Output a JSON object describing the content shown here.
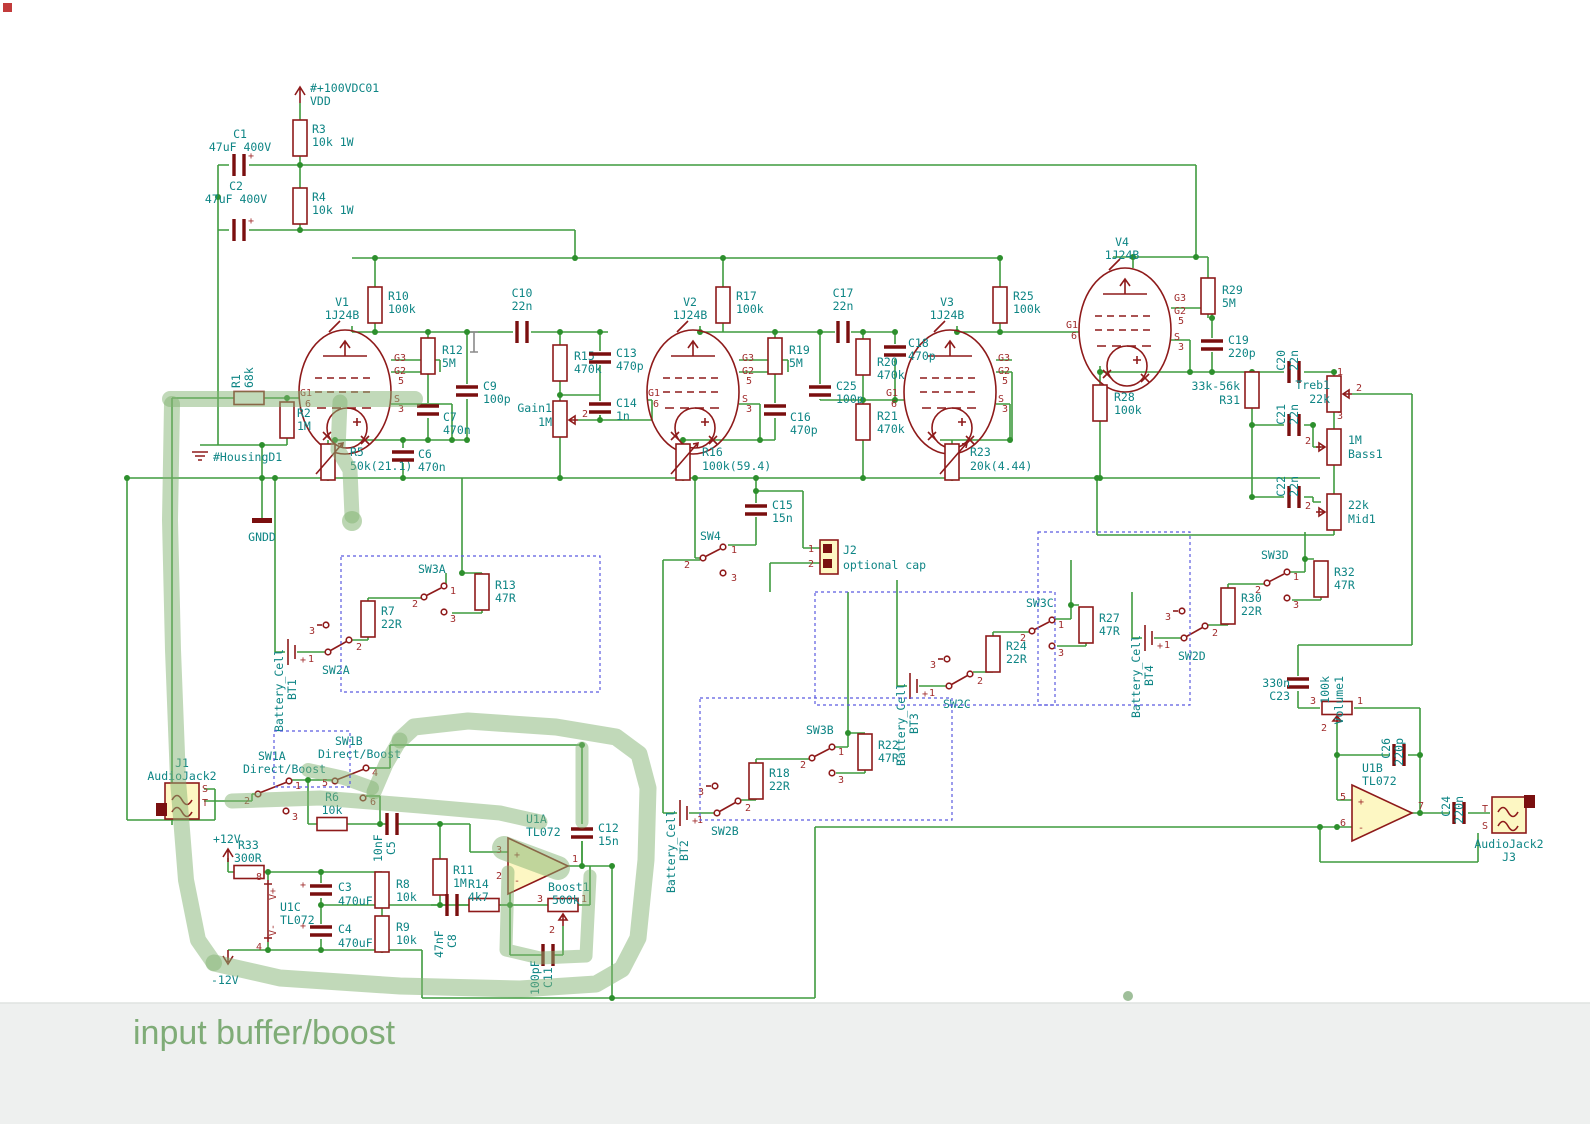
{
  "ui": {
    "title": "input buffer/boost",
    "strip_color": "#eef0ef",
    "title_color": "#7fac77",
    "bg": "#ffffff"
  },
  "colors": {
    "wire": "#3f9b3f",
    "symbol": "#8e1a1a",
    "label": "#0e8585",
    "pin": "#a02c2c",
    "fill": "#fdf7c3",
    "highlight": "#84b473",
    "selection": "#5a5ae0"
  },
  "power": {
    "flag": "#+100VDC01",
    "vdd": "VDD",
    "p12": "+12V",
    "n12": "-12V",
    "gndd": "GNDD",
    "housing": "#HousingD1"
  },
  "pins": {
    "g1": "G1",
    "g2": "G2",
    "g3": "G3",
    "s": "S",
    "t": "T",
    "plus": "+",
    "minus": "-",
    "vp": "V+",
    "vm": "V-",
    "n1": "1",
    "n2": "2",
    "n3": "3",
    "n4": "4",
    "n5": "5",
    "n6": "6",
    "n7": "7",
    "n8": "8"
  },
  "parts": {
    "C1": {
      "r": "C1",
      "v": "47uF 400V"
    },
    "C2": {
      "r": "C2",
      "v": "47uF 400V"
    },
    "R3": {
      "r": "R3",
      "v": "10k 1W"
    },
    "R4": {
      "r": "R4",
      "v": "10k 1W"
    },
    "V1": {
      "r": "V1",
      "v": "1J24B"
    },
    "V2": {
      "r": "V2",
      "v": "1J24B"
    },
    "V3": {
      "r": "V3",
      "v": "1J24B"
    },
    "V4": {
      "r": "V4",
      "v": "1J24B"
    },
    "R10": {
      "r": "R10",
      "v": "100k"
    },
    "R12": {
      "r": "R12",
      "v": "5M"
    },
    "C9": {
      "r": "C9",
      "v": "100p"
    },
    "C7": {
      "r": "C7",
      "v": "470n"
    },
    "C6": {
      "r": "C6",
      "v": "470n"
    },
    "R5": {
      "r": "R5",
      "v": "50k(21.1)"
    },
    "R1": {
      "r": "R1",
      "v": "68k"
    },
    "R2": {
      "r": "R2",
      "v": "1M"
    },
    "C10": {
      "r": "C10",
      "v": "22n"
    },
    "R15": {
      "r": "R15",
      "v": "470k"
    },
    "C13": {
      "r": "C13",
      "v": "470p"
    },
    "C14": {
      "r": "C14",
      "v": "1n"
    },
    "GAIN1": {
      "r": "Gain1",
      "v": "1M"
    },
    "R17": {
      "r": "R17",
      "v": "100k"
    },
    "R19": {
      "r": "R19",
      "v": "5M"
    },
    "C25": {
      "r": "C25",
      "v": "100p"
    },
    "C16": {
      "r": "C16",
      "v": "470p"
    },
    "R16": {
      "r": "R16",
      "v": "100k(59.4)"
    },
    "C17": {
      "r": "C17",
      "v": "22n"
    },
    "R20": {
      "r": "R20",
      "v": "470k"
    },
    "R21": {
      "r": "R21",
      "v": "470k"
    },
    "C18": {
      "r": "C18",
      "v": "470p"
    },
    "R25": {
      "r": "R25",
      "v": "100k"
    },
    "R23": {
      "r": "R23",
      "v": "20k(4.44)"
    },
    "R29": {
      "r": "R29",
      "v": "5M"
    },
    "C19": {
      "r": "C19",
      "v": "220p"
    },
    "R28": {
      "r": "R28",
      "v": "100k"
    },
    "R31": {
      "r": "R31",
      "v": "33k-56k"
    },
    "C20": {
      "r": "C20",
      "v": "22n"
    },
    "C21": {
      "r": "C21",
      "v": "22n"
    },
    "C22": {
      "r": "C22",
      "v": "22n"
    },
    "TREB1": {
      "r": "Treb1",
      "v": "22k"
    },
    "BASS1": {
      "r": "Bass1",
      "v": "1M"
    },
    "MID1": {
      "r": "Mid1",
      "v": "22k"
    },
    "SW4": {
      "r": "SW4"
    },
    "C15": {
      "r": "C15",
      "v": "15n"
    },
    "J2": {
      "r": "J2",
      "v": "optional cap"
    },
    "SW2A": {
      "r": "SW2A"
    },
    "SW3A": {
      "r": "SW3A"
    },
    "R7": {
      "r": "R7",
      "v": "22R"
    },
    "R13": {
      "r": "R13",
      "v": "47R"
    },
    "BT1": {
      "r": "BT1",
      "v": "Battery_Cell"
    },
    "SW2B": {
      "r": "SW2B"
    },
    "SW3B": {
      "r": "SW3B"
    },
    "R18": {
      "r": "R18",
      "v": "22R"
    },
    "R22": {
      "r": "R22",
      "v": "47R"
    },
    "BT2": {
      "r": "BT2",
      "v": "Battery_Cell"
    },
    "SW2C": {
      "r": "SW2C"
    },
    "SW3C": {
      "r": "SW3C"
    },
    "R24": {
      "r": "R24",
      "v": "22R"
    },
    "R27": {
      "r": "R27",
      "v": "47R"
    },
    "BT3": {
      "r": "BT3",
      "v": "Battery_Cell"
    },
    "SW2D": {
      "r": "SW2D"
    },
    "SW3D": {
      "r": "SW3D"
    },
    "R30": {
      "r": "R30",
      "v": "22R"
    },
    "R32": {
      "r": "R32",
      "v": "47R"
    },
    "BT4": {
      "r": "BT4",
      "v": "Battery_Cell"
    },
    "J1": {
      "r": "J1",
      "v": "AudioJack2"
    },
    "SW1A": {
      "r": "SW1A",
      "v": "Direct/Boost"
    },
    "SW1B": {
      "r": "SW1B",
      "v": "Direct/Boost"
    },
    "R6": {
      "r": "R6",
      "v": "10k"
    },
    "R33": {
      "r": "R33",
      "v": "300R"
    },
    "U1C": {
      "r": "U1C",
      "v": "TL072"
    },
    "C3": {
      "r": "C3",
      "v": "470uF"
    },
    "C4": {
      "r": "C4",
      "v": "470uF"
    },
    "R8": {
      "r": "R8",
      "v": "10k"
    },
    "R9": {
      "r": "R9",
      "v": "10k"
    },
    "C5": {
      "r": "C5",
      "v": "10nF"
    },
    "R11": {
      "r": "R11",
      "v": "1M"
    },
    "R14": {
      "r": "R14",
      "v": "4k7"
    },
    "C8": {
      "r": "C8",
      "v": "47nF"
    },
    "U1A": {
      "r": "U1A",
      "v": "TL072"
    },
    "C12": {
      "r": "C12",
      "v": "15n"
    },
    "BOOST1": {
      "r": "Boost1",
      "v": "500k"
    },
    "C11": {
      "r": "C11",
      "v": "100pF"
    },
    "C23": {
      "r": "C23",
      "v": "330n"
    },
    "VOL1": {
      "r": "Volume1",
      "v": "100k"
    },
    "C26": {
      "r": "C26",
      "v": "220p"
    },
    "U1B": {
      "r": "U1B",
      "v": "TL072"
    },
    "C24": {
      "r": "C24",
      "v": "220n"
    },
    "J3": {
      "r": "J3",
      "v": "AudioJack2"
    }
  }
}
